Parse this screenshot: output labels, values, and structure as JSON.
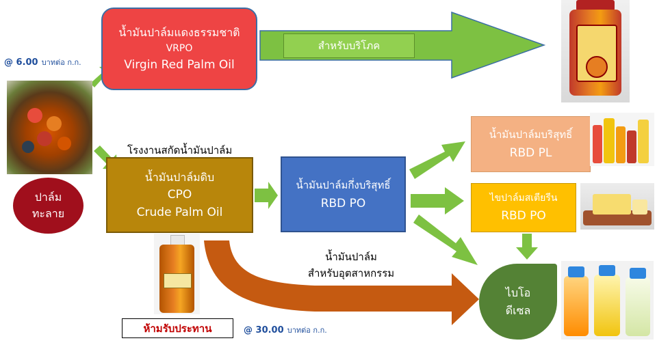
{
  "price_top": {
    "amount": "@ 6.00",
    "unit": "บาทต่อ ก.ก."
  },
  "price_bottom": {
    "amount": "@ 30.00",
    "unit": "บาทต่อ ก.ก."
  },
  "vrpo": {
    "line1": "น้ำมันปาล์มแดงธรรมชาติ",
    "line2": "VRPO",
    "line3": "Virgin Red Palm Oil"
  },
  "consumption_label": "สำหรับบริโภค",
  "mill_label": "โรงงานสกัดน้ำมันปาล์ม",
  "cpo": {
    "line1": "น้ำมันปาล์มดิบ",
    "line2": "CPO",
    "line3": "Crude Palm Oil"
  },
  "fresh_palm": {
    "line1": "ปาล์ม",
    "line2": "ทะลาย"
  },
  "rbd_po_semi": {
    "line1": "น้ำมันปาล์มกึ่งบริสุทธิ์",
    "line2": "RBD PO"
  },
  "rbd_pl": {
    "line1": "น้ำมันปาล์มบริสุทธิ์",
    "line2": "RBD PL"
  },
  "stearin": {
    "line1": "ไขปาล์มสเตียรีน",
    "line2": "RBD PO"
  },
  "industry_text": {
    "line1": "น้ำมันปาล์ม",
    "line2": "สำหรับอุตสาหกรรม"
  },
  "biodiesel": {
    "line1": "ไบโอ",
    "line2": "ดีเซล"
  },
  "warning_label": "ห้ามรับประทาน",
  "colors": {
    "vrpo_red": "#ee4444",
    "arrow_green": "#7dc142",
    "cpo_gold": "#b8860b",
    "rbd_blue": "#4472c4",
    "rbd_pl_peach": "#f4b183",
    "stearin_yellow": "#ffc000",
    "biodiesel_green": "#548235",
    "palm_maroon": "#a00f1c",
    "industry_arrow_orange": "#c55a11",
    "price_blue": "#1f4e9c"
  }
}
